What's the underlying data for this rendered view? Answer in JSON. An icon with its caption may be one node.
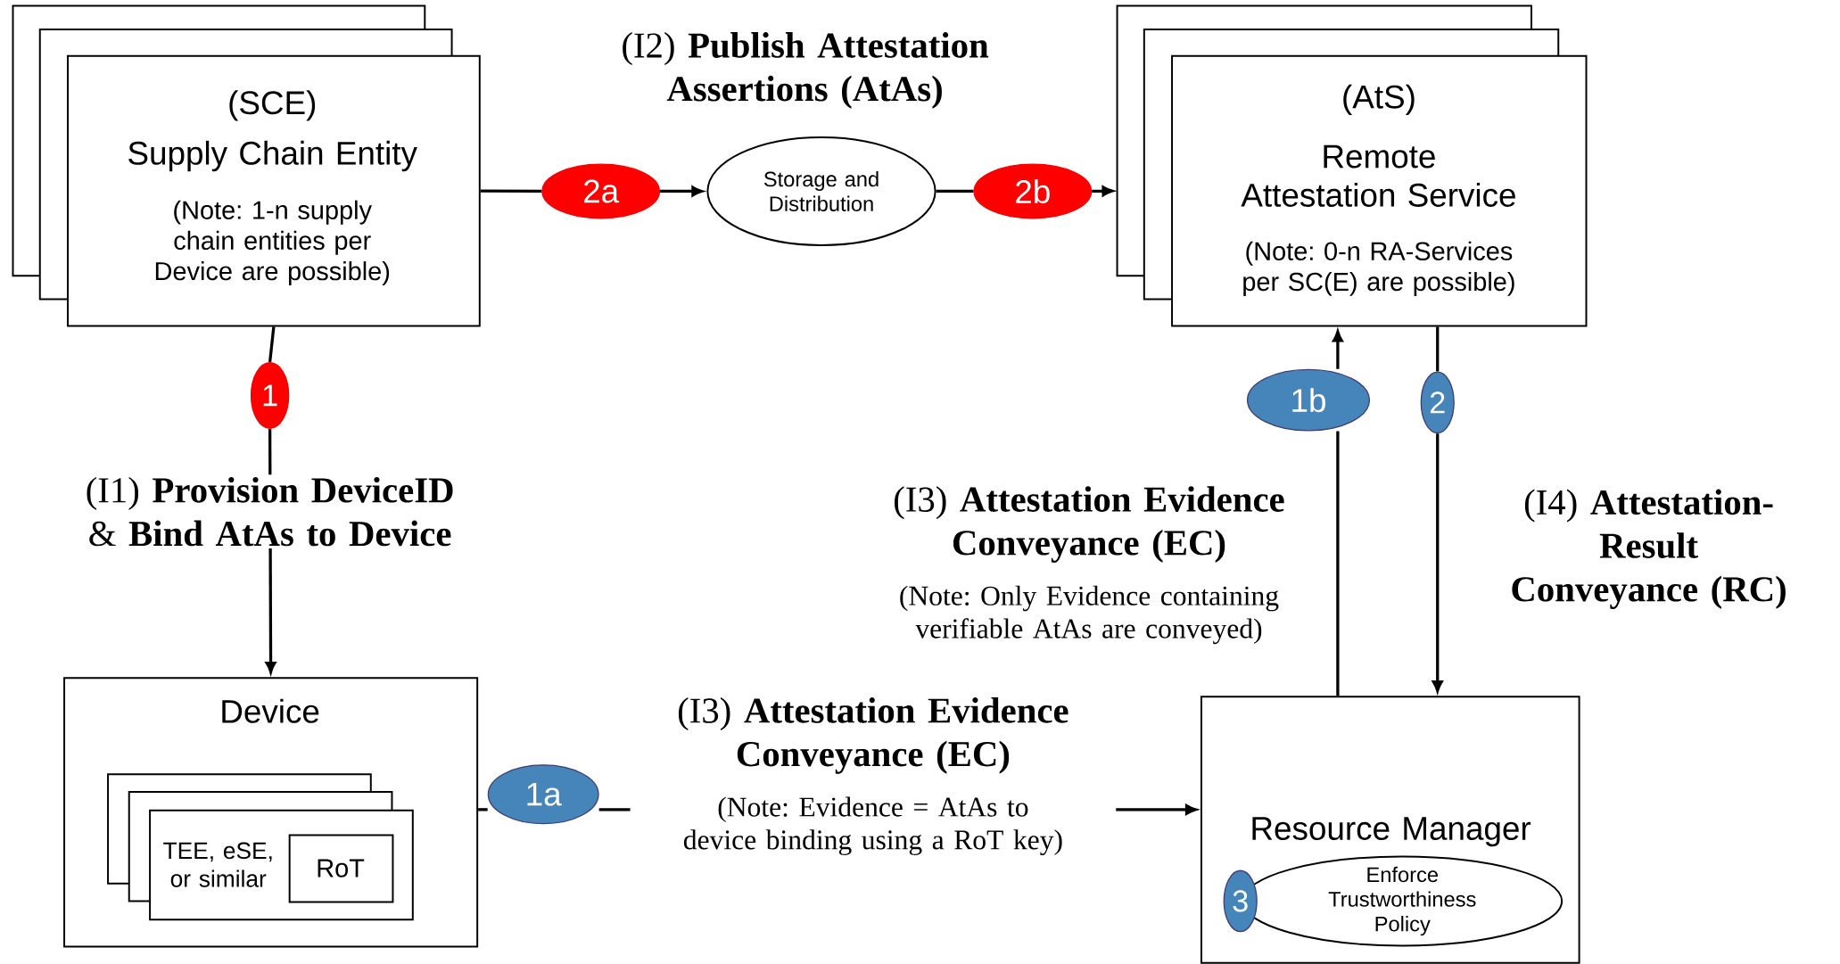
{
  "diagram": {
    "nodes": [
      {
        "text": [
          "(SCE)",
          "Supply Chain Entity",
          "(Note: 1-n supply chain entities per Device are possible)"
        ]
      },
      {
        "text": [
          "Storage and Distribution"
        ]
      },
      {
        "text": [
          "(AtS)",
          "Remote Attestation Service",
          "(Note: 0-n RA-Services per SC(E) are possible)"
        ]
      },
      {
        "text": [
          "Device"
        ]
      },
      {
        "text": [
          "TEE, eSE, or similar"
        ],
        "in": 3
      },
      {
        "text": [
          "RoT"
        ],
        "in": 4
      },
      {
        "text": [
          "Resource Manager"
        ]
      },
      {
        "text": [
          "Enforce Trustworthiness Policy"
        ],
        "in": 6
      },
      {
        "text": [
          "2a"
        ]
      },
      {
        "text": [
          "2b"
        ]
      },
      {
        "text": [
          "1"
        ]
      },
      {
        "text": [
          "1a"
        ]
      },
      {
        "text": [
          "1b"
        ]
      },
      {
        "text": [
          "2"
        ]
      },
      {
        "text": [
          "3"
        ],
        "in": 6
      }
    ],
    "edges": [
      {
        "from": 0,
        "to": 8,
        "arrow": "none"
      },
      {
        "from": 8,
        "to": 1,
        "arrow": "to"
      },
      {
        "from": 1,
        "to": 9,
        "arrow": "none"
      },
      {
        "from": 9,
        "to": 2,
        "arrow": "to"
      },
      {
        "from": 0,
        "to": 10,
        "arrow": "none"
      },
      {
        "from": 10,
        "to": 3,
        "arrow": "to",
        "label": "(I1) **Provision DeviceID** & **Bind AtAs to Device**"
      },
      {
        "from": 3,
        "to": 11,
        "arrow": "none"
      },
      {
        "from": 11,
        "to": 6,
        "arrow": "to",
        "label": "(I3) **Attestation Evidence Conveyance (EC)**"
      },
      {
        "from": 6,
        "to": 12,
        "arrow": "none"
      },
      {
        "from": 12,
        "to": 2,
        "arrow": "to"
      },
      {
        "from": 2,
        "to": 13,
        "arrow": "none"
      },
      {
        "from": 13,
        "to": 6,
        "arrow": "to"
      }
    ],
    "labels": [
      "(I2) **Publish Attestation Assertions (AtAs)**",
      "(I3) **Attestation Evidence Conveyance (EC)**",
      "(Note: Only Evidence containing verifiable AtAs are conveyed)",
      "(I4) **Attestation-Result Conveyance (RC)**",
      "(Note: Evidence = AtAs to device binding using a RoT key)"
    ]
  }
}
